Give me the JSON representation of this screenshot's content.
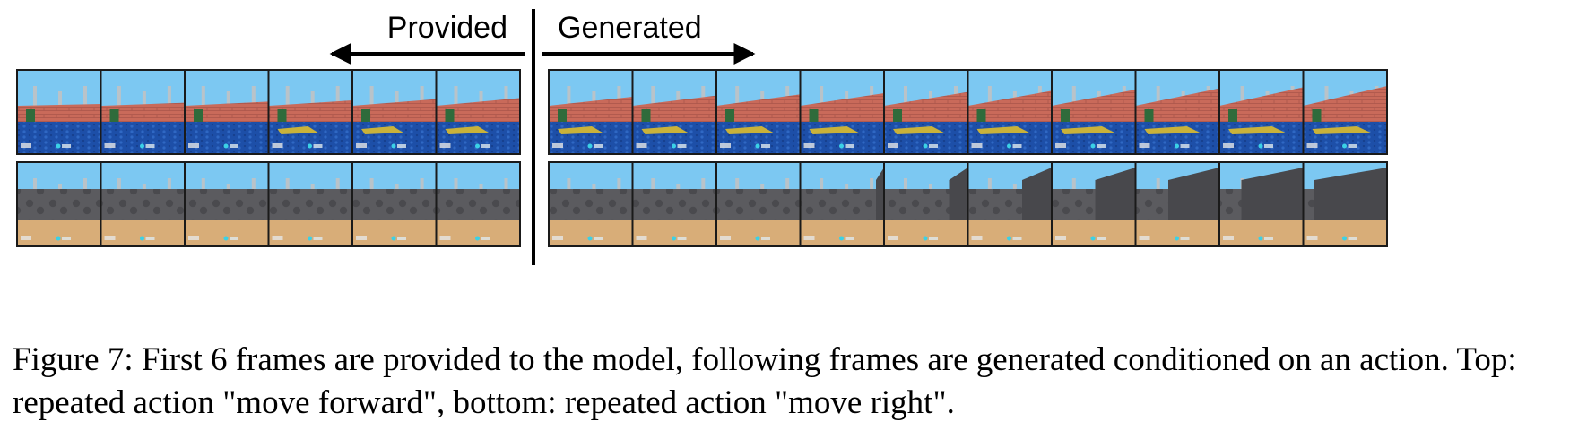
{
  "header": {
    "provided_label": "Provided",
    "generated_label": "Generated"
  },
  "rows": [
    {
      "scene": "brick-wall-blue-floor",
      "action": "move forward",
      "provided_frames": 6,
      "generated_frames": 10
    },
    {
      "scene": "stone-wall-sand-floor",
      "action": "move right",
      "provided_frames": 6,
      "generated_frames": 10
    }
  ],
  "caption": {
    "text": "Figure 7: First 6 frames are provided to the model, following frames are generated conditioned on an action. Top: repeated action \"move forward\", bottom: repeated action \"move right\"."
  },
  "colors": {
    "sky": "#7cc8f2",
    "brick": "#c96a5a",
    "blue_floor": "#1d4fa8",
    "yellow_tile": "#c9b23a",
    "stone": "#5b5b5f",
    "sand": "#d8ad78",
    "frame_border": "#1a1a1a"
  }
}
